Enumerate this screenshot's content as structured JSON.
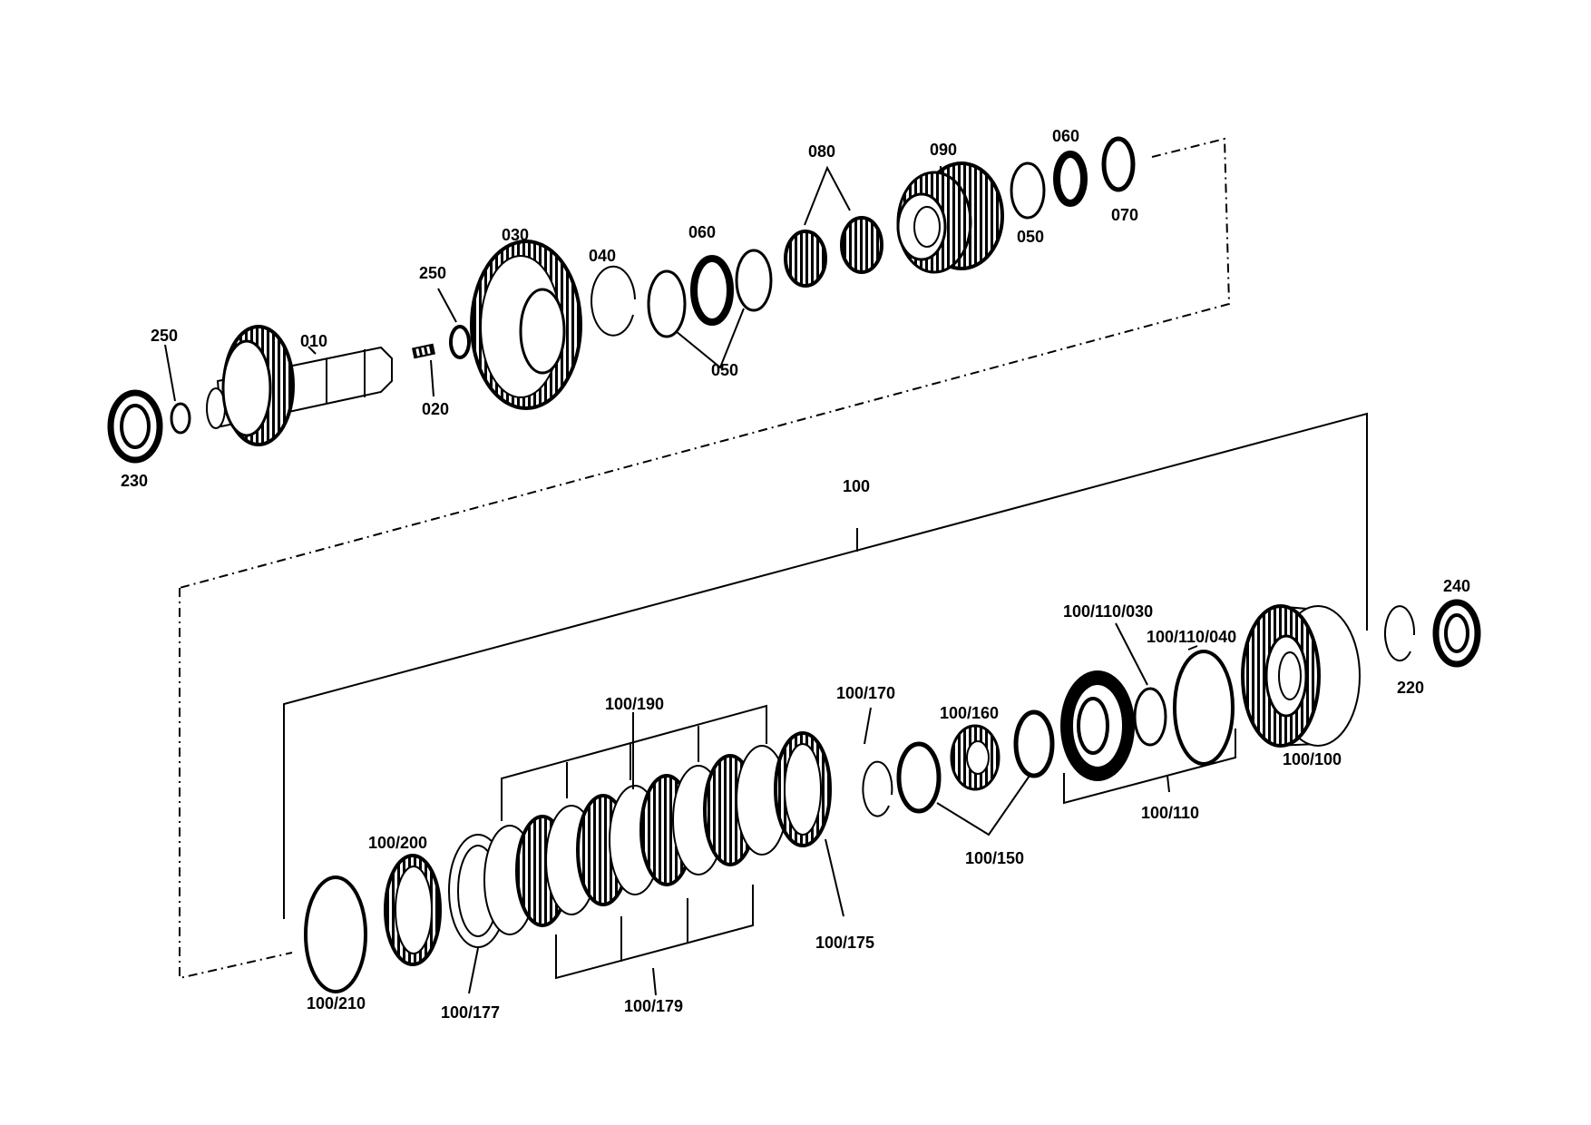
{
  "labels": {
    "p230": "230",
    "p250a": "250",
    "p010": "010",
    "p020": "020",
    "p250b": "250",
    "p030": "030",
    "p040": "040",
    "p060a": "060",
    "p050a": "050",
    "p080": "080",
    "p090": "090",
    "p050b": "050",
    "p060b": "060",
    "p070": "070",
    "p100": "100",
    "p100_210": "100/210",
    "p100_200": "100/200",
    "p100_177": "100/177",
    "p100_190": "100/190",
    "p100_179": "100/179",
    "p100_175": "100/175",
    "p100_170": "100/170",
    "p100_160": "100/160",
    "p100_150": "100/150",
    "p100_110_030": "100/110/030",
    "p100_110_040": "100/110/040",
    "p100_110": "100/110",
    "p100_100": "100/100",
    "p220": "220",
    "p240": "240"
  }
}
